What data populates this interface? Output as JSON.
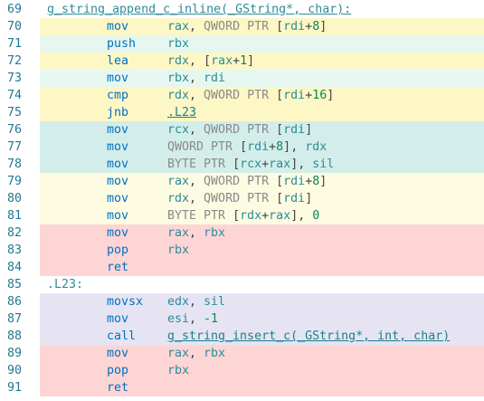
{
  "colors": {
    "line_number": "#237893",
    "mnemonic": "#0070c1",
    "label": "#2e8a97",
    "bg_yellow": "#fdf7c6",
    "bg_mint": "#e6f7ef",
    "bg_teal": "#d3eeea",
    "bg_cream": "#fdfbe1",
    "bg_red": "#fdd5d5",
    "bg_lavender": "#e6e4f3",
    "bg_white": "#ffffff"
  },
  "lines": [
    {
      "num": "69",
      "type": "label",
      "text": "g_string_append_c_inline(_GString*, char):",
      "bg": "bg_white"
    },
    {
      "num": "70",
      "type": "instr",
      "mn": "mov",
      "ops": "rax, QWORD PTR [rdi+8]",
      "bg": "bg_yellow"
    },
    {
      "num": "71",
      "type": "instr",
      "mn": "push",
      "ops": "rbx",
      "bg": "bg_mint"
    },
    {
      "num": "72",
      "type": "instr",
      "mn": "lea",
      "ops": "rdx, [rax+1]",
      "bg": "bg_yellow"
    },
    {
      "num": "73",
      "type": "instr",
      "mn": "mov",
      "ops": "rbx, rdi",
      "bg": "bg_mint"
    },
    {
      "num": "74",
      "type": "instr",
      "mn": "cmp",
      "ops": "rdx, QWORD PTR [rdi+16]",
      "bg": "bg_yellow"
    },
    {
      "num": "75",
      "type": "instr",
      "mn": "jnb",
      "ops": ".L23",
      "link": true,
      "bg": "bg_yellow"
    },
    {
      "num": "76",
      "type": "instr",
      "mn": "mov",
      "ops": "rcx, QWORD PTR [rdi]",
      "bg": "bg_teal"
    },
    {
      "num": "77",
      "type": "instr",
      "mn": "mov",
      "ops": "QWORD PTR [rdi+8], rdx",
      "bg": "bg_teal"
    },
    {
      "num": "78",
      "type": "instr",
      "mn": "mov",
      "ops": "BYTE PTR [rcx+rax], sil",
      "bg": "bg_teal"
    },
    {
      "num": "79",
      "type": "instr",
      "mn": "mov",
      "ops": "rax, QWORD PTR [rdi+8]",
      "bg": "bg_cream"
    },
    {
      "num": "80",
      "type": "instr",
      "mn": "mov",
      "ops": "rdx, QWORD PTR [rdi]",
      "bg": "bg_cream"
    },
    {
      "num": "81",
      "type": "instr",
      "mn": "mov",
      "ops": "BYTE PTR [rdx+rax], 0",
      "bg": "bg_cream"
    },
    {
      "num": "82",
      "type": "instr",
      "mn": "mov",
      "ops": "rax, rbx",
      "bg": "bg_red"
    },
    {
      "num": "83",
      "type": "instr",
      "mn": "pop",
      "ops": "rbx",
      "bg": "bg_red"
    },
    {
      "num": "84",
      "type": "instr",
      "mn": "ret",
      "ops": "",
      "bg": "bg_red"
    },
    {
      "num": "85",
      "type": "label",
      "text": ".L23:",
      "bg": "bg_white"
    },
    {
      "num": "86",
      "type": "instr",
      "mn": "movsx",
      "ops": "edx, sil",
      "bg": "bg_lavender"
    },
    {
      "num": "87",
      "type": "instr",
      "mn": "mov",
      "ops": "esi, -1",
      "bg": "bg_lavender"
    },
    {
      "num": "88",
      "type": "instr",
      "mn": "call",
      "ops": "g_string_insert_c(_GString*, int, char)",
      "link": true,
      "bg": "bg_lavender"
    },
    {
      "num": "89",
      "type": "instr",
      "mn": "mov",
      "ops": "rax, rbx",
      "bg": "bg_red"
    },
    {
      "num": "90",
      "type": "instr",
      "mn": "pop",
      "ops": "rbx",
      "bg": "bg_red"
    },
    {
      "num": "91",
      "type": "instr",
      "mn": "ret",
      "ops": "",
      "bg": "bg_red"
    }
  ]
}
